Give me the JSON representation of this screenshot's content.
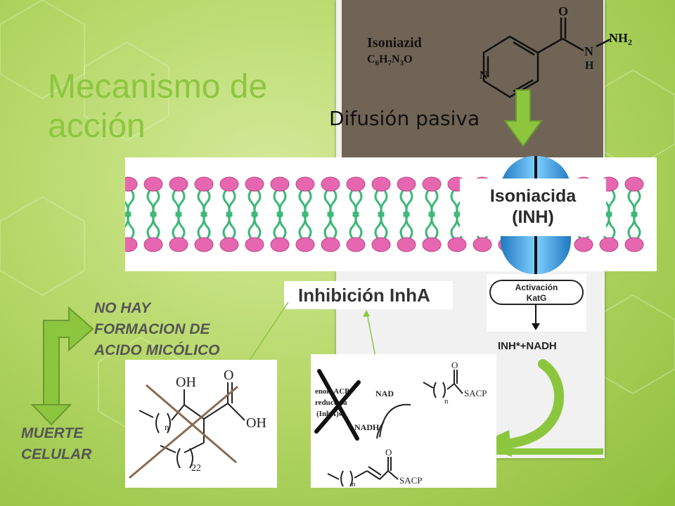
{
  "slide": {
    "title_line1": "Mecanismo de",
    "title_line2": "acción"
  },
  "isoniazid_structure": {
    "name": "Isoniazid",
    "formula_c": "C",
    "formula_c_sub": "6",
    "formula_h": "H",
    "formula_h_sub": "7",
    "formula_n": "N",
    "formula_n_sub": "3",
    "formula_o": "O",
    "atom_o": "O",
    "atom_n_ring": "N",
    "atom_n_amide": "N",
    "atom_h": "H",
    "group_nh2": "NH",
    "group_nh2_sub": "2"
  },
  "labels": {
    "difusion": "Difusión pasiva",
    "isoniacida_line1": "Isoniacida",
    "isoniacida_line2": "(INH)",
    "inhibicion": "Inhibición InhA",
    "activacion_line1": "Activación",
    "activacion_line2": "KatG",
    "inh_nadh": "INH*+NADH",
    "no_hay_line1": "NO HAY",
    "no_hay_line2": "FORMACION DE",
    "no_hay_line3": "ACIDO MICÓLICO",
    "muerte_line1": "MUERTE",
    "muerte_line2": "CELULAR"
  },
  "mycolic_structure": {
    "oh_top": "OH",
    "oh_acid": "OH",
    "o_acid": "O",
    "sub_n": "n",
    "sub_22": "22"
  },
  "reaction_structure": {
    "enzyme_line1": "enoil-ACP",
    "enzyme_line2": "reductasa",
    "enzyme_line3": "(InhA)s)",
    "nad": "NAD",
    "nadh": "NADH",
    "sacp_top": "SACP",
    "sacp_bottom": "SACP",
    "o_top": "O",
    "o_bottom": "O",
    "sub_n_top": "n",
    "sub_n_bottom": "n"
  },
  "colors": {
    "title": "#8cc63f",
    "arrow_green": "#8cc63f",
    "lipid_head": "#e667b0",
    "lipid_tail": "#3cb878",
    "channel": "#2e9fe0",
    "cross": "#111111"
  }
}
